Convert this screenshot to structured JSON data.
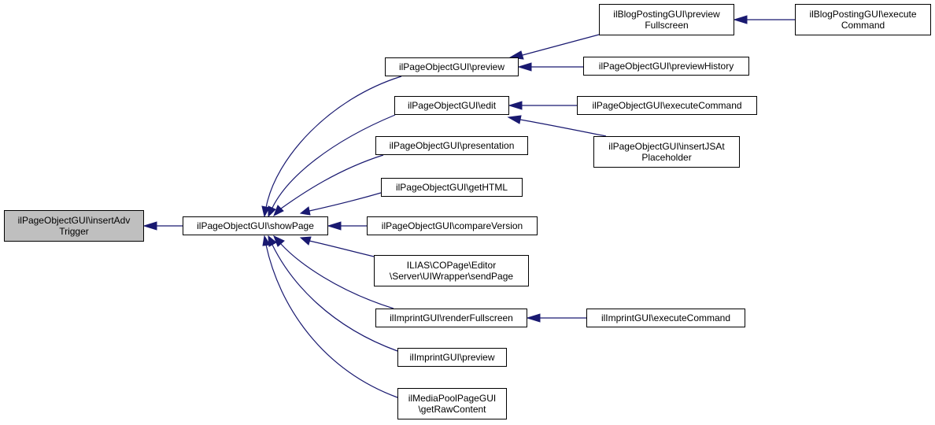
{
  "nodes": {
    "insertAdvTrigger": {
      "lines": [
        "ilPageObjectGUI\\insertAdv",
        "Trigger"
      ]
    },
    "showPage": {
      "lines": [
        "ilPageObjectGUI\\showPage"
      ]
    },
    "preview": {
      "lines": [
        "ilPageObjectGUI\\preview"
      ]
    },
    "edit": {
      "lines": [
        "ilPageObjectGUI\\edit"
      ]
    },
    "presentation": {
      "lines": [
        "ilPageObjectGUI\\presentation"
      ]
    },
    "getHTML": {
      "lines": [
        "ilPageObjectGUI\\getHTML"
      ]
    },
    "compareVersion": {
      "lines": [
        "ilPageObjectGUI\\compareVersion"
      ]
    },
    "sendPage": {
      "lines": [
        "ILIAS\\COPage\\Editor",
        "\\Server\\UIWrapper\\sendPage"
      ]
    },
    "renderFullscreen": {
      "lines": [
        "ilImprintGUI\\renderFullscreen"
      ]
    },
    "imprintPreview": {
      "lines": [
        "ilImprintGUI\\preview"
      ]
    },
    "getRawContent": {
      "lines": [
        "ilMediaPoolPageGUI",
        "\\getRawContent"
      ]
    },
    "previewFullscreen": {
      "lines": [
        "ilBlogPostingGUI\\preview",
        "Fullscreen"
      ]
    },
    "blogExecuteCommand": {
      "lines": [
        "ilBlogPostingGUI\\execute",
        "Command"
      ]
    },
    "previewHistory": {
      "lines": [
        "ilPageObjectGUI\\previewHistory"
      ]
    },
    "pageExecuteCommand": {
      "lines": [
        "ilPageObjectGUI\\executeCommand"
      ]
    },
    "insertJSAtPlaceholder": {
      "lines": [
        "ilPageObjectGUI\\insertJSAt",
        "Placeholder"
      ]
    },
    "imprintExecuteCommand": {
      "lines": [
        "ilImprintGUI\\executeCommand"
      ]
    }
  },
  "edges": [
    {
      "from": "showPage",
      "to": "insertAdvTrigger"
    },
    {
      "from": "preview",
      "to": "showPage"
    },
    {
      "from": "edit",
      "to": "showPage"
    },
    {
      "from": "presentation",
      "to": "showPage"
    },
    {
      "from": "getHTML",
      "to": "showPage"
    },
    {
      "from": "compareVersion",
      "to": "showPage"
    },
    {
      "from": "sendPage",
      "to": "showPage"
    },
    {
      "from": "renderFullscreen",
      "to": "showPage"
    },
    {
      "from": "imprintPreview",
      "to": "showPage"
    },
    {
      "from": "getRawContent",
      "to": "showPage"
    },
    {
      "from": "previewFullscreen",
      "to": "preview"
    },
    {
      "from": "previewHistory",
      "to": "preview"
    },
    {
      "from": "blogExecuteCommand",
      "to": "previewFullscreen"
    },
    {
      "from": "pageExecuteCommand",
      "to": "edit"
    },
    {
      "from": "insertJSAtPlaceholder",
      "to": "edit"
    },
    {
      "from": "imprintExecuteCommand",
      "to": "renderFullscreen"
    }
  ],
  "colors": {
    "edge": "#191970",
    "root_fill": "#bfbfbf",
    "node_fill": "#ffffff",
    "node_border": "#000000"
  }
}
